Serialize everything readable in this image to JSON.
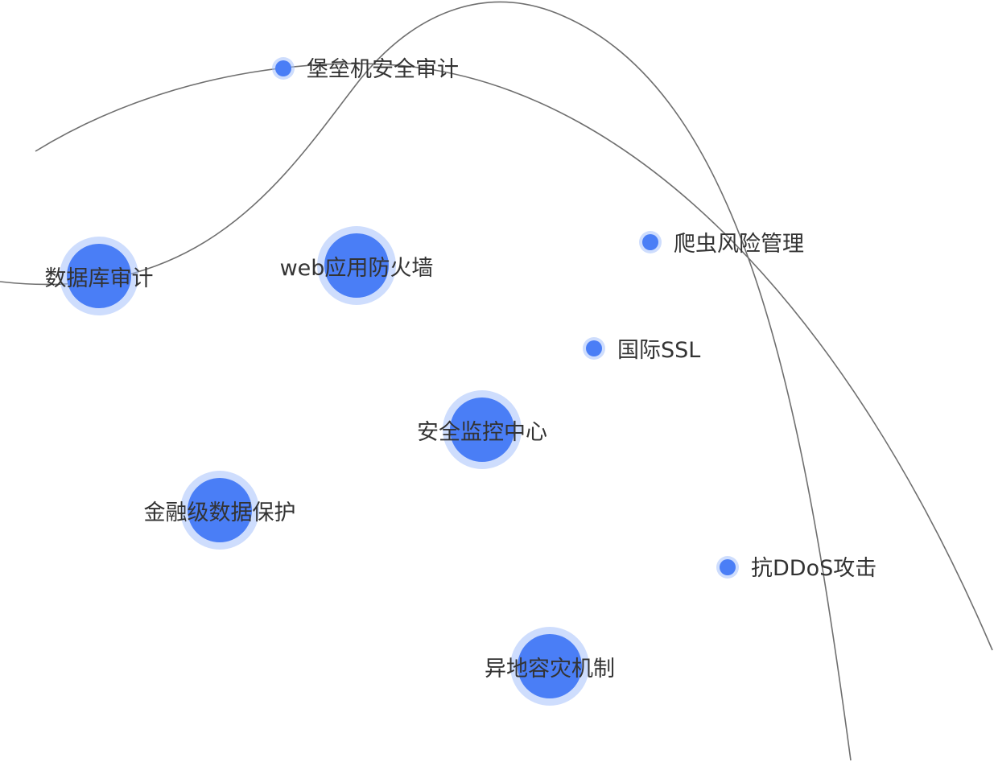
{
  "colors": {
    "node": "#4a7ef6",
    "halo": "#a6c1fb",
    "line": "#6f6f6f",
    "text": "#333333",
    "background": "#ffffff"
  },
  "nodes": [
    {
      "id": "bastion-audit",
      "label": "堡垒机安全审计",
      "size": "small"
    },
    {
      "id": "db-audit",
      "label": "数据库审计",
      "size": "large"
    },
    {
      "id": "waf",
      "label": "web应用防火墙",
      "size": "large"
    },
    {
      "id": "crawler-risk",
      "label": "爬虫风险管理",
      "size": "small"
    },
    {
      "id": "intl-ssl",
      "label": "国际SSL",
      "size": "small"
    },
    {
      "id": "soc",
      "label": "安全监控中心",
      "size": "large"
    },
    {
      "id": "fin-data-protect",
      "label": "金融级数据保护",
      "size": "large"
    },
    {
      "id": "anti-ddos",
      "label": "抗DDoS攻击",
      "size": "small"
    },
    {
      "id": "geo-dr",
      "label": "异地容灾机制",
      "size": "large"
    }
  ]
}
